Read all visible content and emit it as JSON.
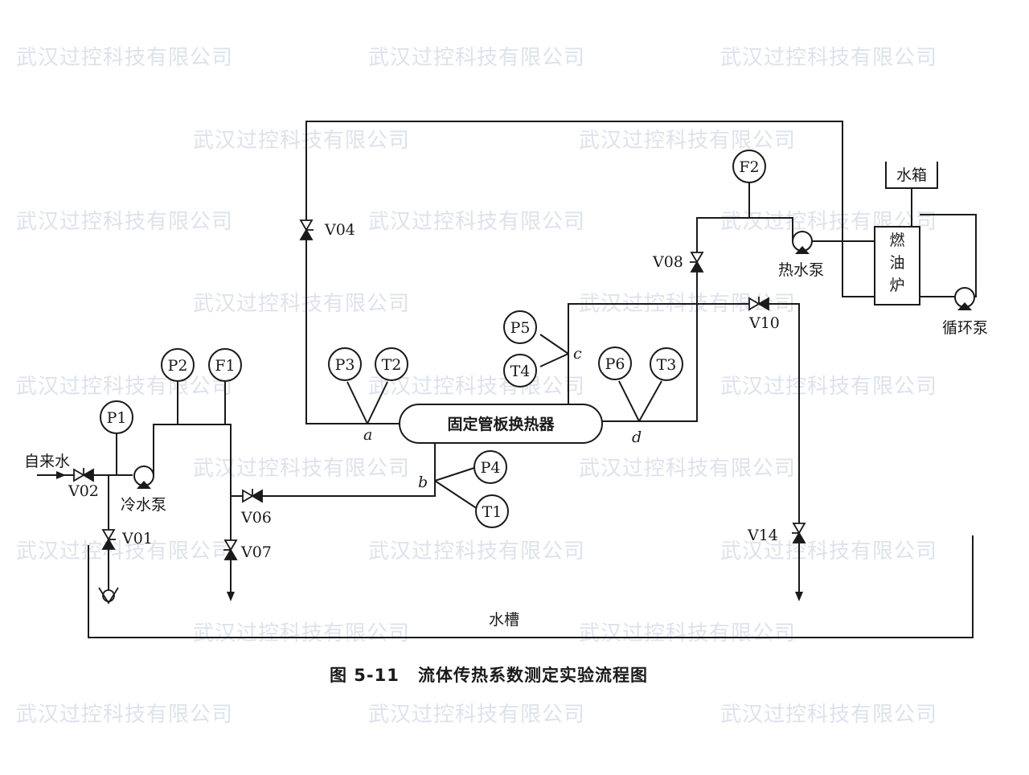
{
  "watermark": "武汉过控科技有限公司",
  "supply_label": "自来水",
  "tank_label": "水槽",
  "heat_exchanger": "固定管板换热器",
  "water_box": "水箱",
  "furnace": [
    "燃",
    "油",
    "炉"
  ],
  "cold_pump": "冷水泵",
  "hot_pump": "热水泵",
  "circ_pump": "循环泵",
  "valves": {
    "v01": "V01",
    "v02": "V02",
    "v04": "V04",
    "v06": "V06",
    "v07": "V07",
    "v08": "V08",
    "v10": "V10",
    "v14": "V14"
  },
  "instruments": {
    "p1": "P1",
    "p2": "P2",
    "f1": "F1",
    "p3": "P3",
    "t2": "T2",
    "p5": "P5",
    "t4": "T4",
    "p6": "P6",
    "t3": "T3",
    "p4": "P4",
    "t1": "T1",
    "f2": "F2"
  },
  "points": {
    "a": "a",
    "b": "b",
    "c": "c",
    "d": "d"
  },
  "caption": {
    "number": "图 5-11",
    "title": "流体传热系数测定实验流程图"
  }
}
